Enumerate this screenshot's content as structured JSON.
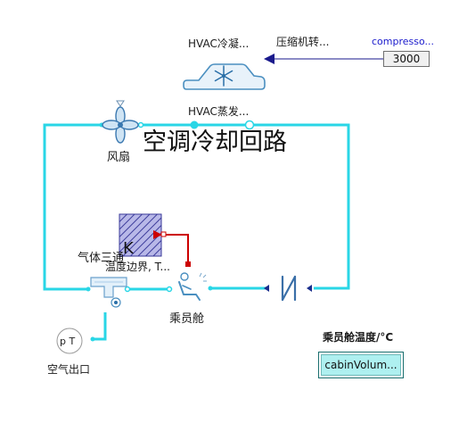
{
  "title": "空调冷却回路",
  "components": {
    "condenser_label": "HVAC冷凝...",
    "compressor_speed_label": "压缩机转...",
    "compressor_source_label": "compresso...",
    "compressor_value": "3000",
    "evaporator_label": "HVAC蒸发...",
    "fan_label": "风扇",
    "gas_tee_label": "气体三通",
    "temperature_boundary_label": "温度边界, T...",
    "temperature_boundary_glyph": "K",
    "cabin_label": "乘员舱",
    "air_outlet_label": "空气出口",
    "air_outlet_glyph": "p T",
    "cabin_temp_title": "乘员舱温度/°C",
    "cabin_temp_value": "cabinVolum..."
  },
  "colors": {
    "fluid_line": "#29d6e6",
    "signal_line": "#1a1a8c",
    "heat_line": "#cc0000",
    "icon_blue": "#4a8fc0",
    "display_fill": "#aef0f0"
  }
}
